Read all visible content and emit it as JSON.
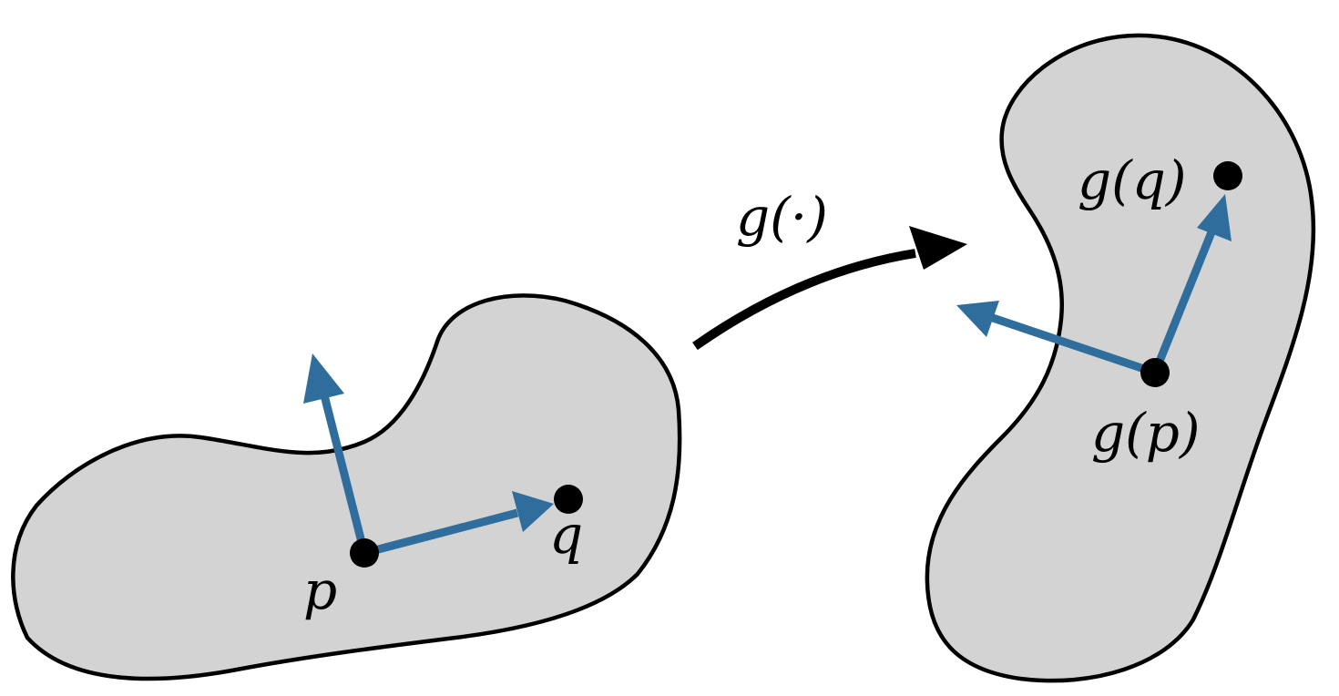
{
  "source_manifold": {
    "point_p_label": "p",
    "point_q_label": "q"
  },
  "target_manifold": {
    "point_gp_label": "g(p)",
    "point_gq_label": "g(q)"
  },
  "map": {
    "label": "g(·)"
  },
  "colors": {
    "manifold_fill": "#d3d3d3",
    "outline": "#000000",
    "vector": "#2f6e9c",
    "point": "#000000"
  }
}
